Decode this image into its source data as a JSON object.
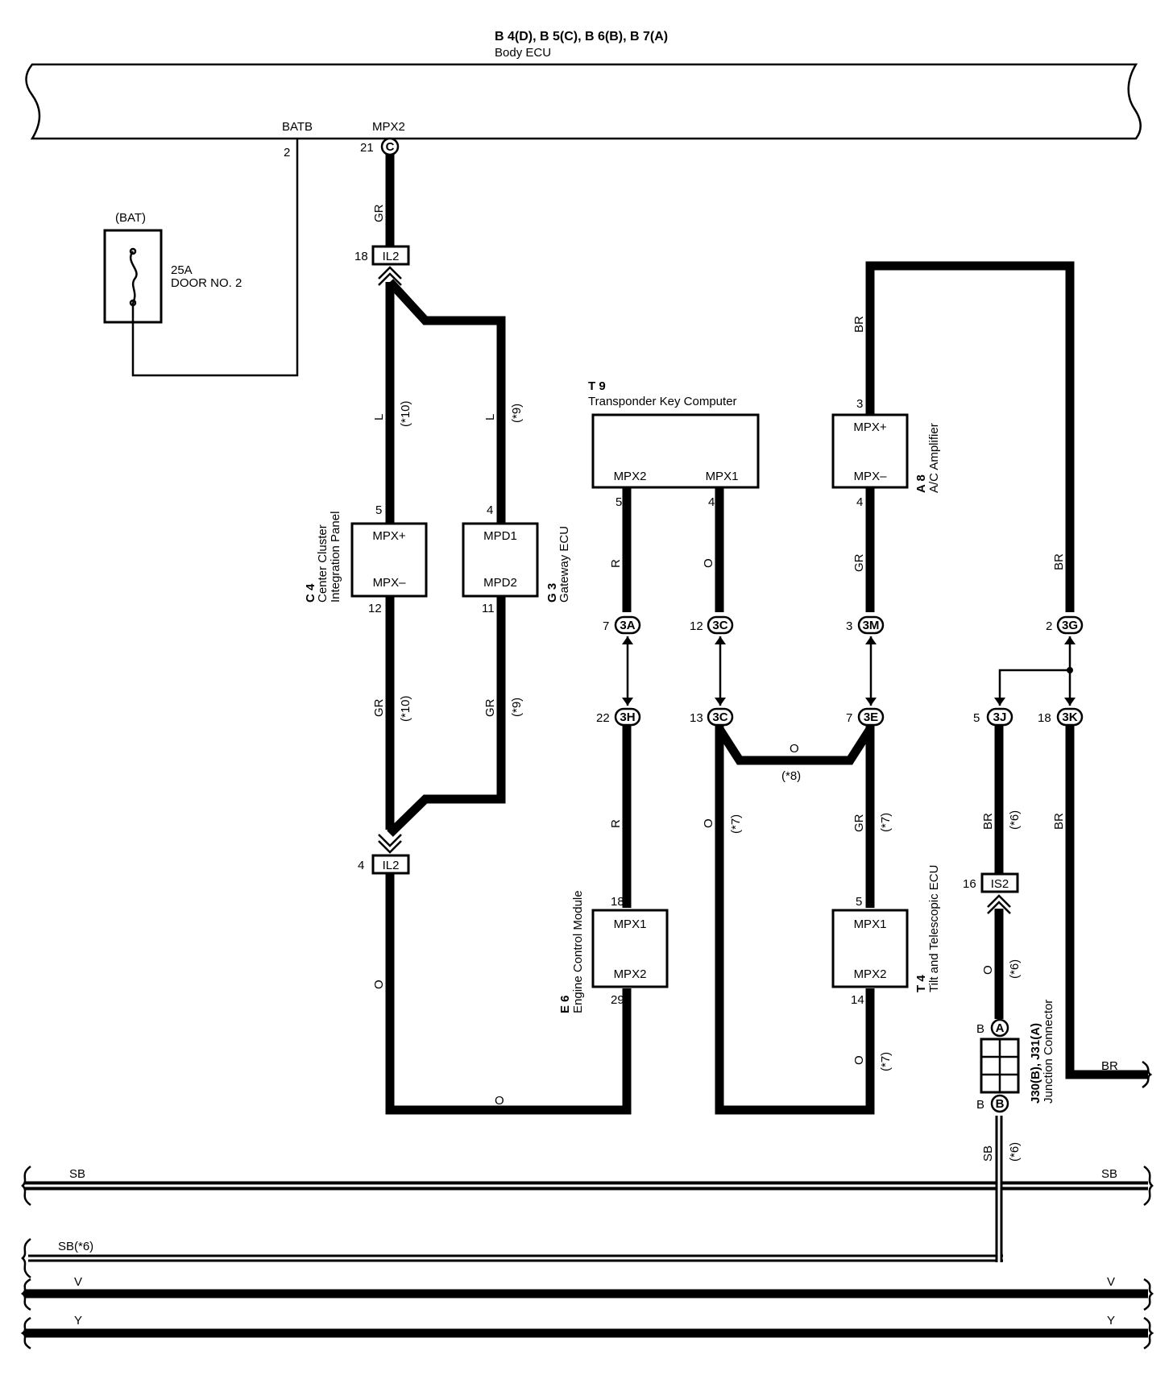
{
  "header": {
    "part_ids": "B 4(D), B 5(C), B 6(B), B 7(A)",
    "title": "Body ECU",
    "batb_label": "BATB",
    "batb_pin": "2",
    "mpx2_label": "MPX2",
    "mpx2_pin": "21",
    "mpx2_conn": "C"
  },
  "fuse": {
    "source": "(BAT)",
    "rating": "25A",
    "name": "DOOR NO. 2"
  },
  "junction_il2": {
    "label": "IL2",
    "top_pin": "18",
    "bottom_pin": "4"
  },
  "components": {
    "c4": {
      "id": "C 4",
      "name1": "Center Cluster",
      "name2": "Integration Panel",
      "pin_top": "5",
      "pin_bottom": "12",
      "term_top": "MPX+",
      "term_bottom": "MPX–"
    },
    "g3": {
      "id": "G 3",
      "name": "Gateway ECU",
      "pin_top": "4",
      "pin_bottom": "11",
      "term_top": "MPD1",
      "term_bottom": "MPD2"
    },
    "t9": {
      "id": "T 9",
      "name": "Transponder Key Computer",
      "term_left": "MPX2",
      "term_right": "MPX1",
      "pin_left": "5",
      "pin_right": "4"
    },
    "a8": {
      "id": "A 8",
      "name": "A/C Amplifier",
      "pin_top": "3",
      "pin_bottom": "4",
      "term_top": "MPX+",
      "term_bottom": "MPX–"
    },
    "e6": {
      "id": "E 6",
      "name": "Engine Control Module",
      "pin_top": "18",
      "pin_bottom": "29",
      "term_top": "MPX1",
      "term_bottom": "MPX2"
    },
    "t4": {
      "id": "T 4",
      "name": "Tilt and Telescopic ECU",
      "pin_top": "5",
      "pin_bottom": "14",
      "term_top": "MPX1",
      "term_bottom": "MPX2"
    },
    "j30": {
      "id": "J30(B), J31(A)",
      "name": "Junction Connector",
      "top_pin": "B",
      "top_conn": "A",
      "bottom_pin": "B",
      "bottom_conn": "B"
    }
  },
  "connectors": {
    "c3A": {
      "pin": "7",
      "label": "3A"
    },
    "c3C_top": {
      "pin": "12",
      "label": "3C"
    },
    "c3M": {
      "pin": "3",
      "label": "3M"
    },
    "c3G": {
      "pin": "2",
      "label": "3G"
    },
    "c3H": {
      "pin": "22",
      "label": "3H"
    },
    "c3C_bot": {
      "pin": "13",
      "label": "3C"
    },
    "c3E": {
      "pin": "7",
      "label": "3E"
    },
    "c3J": {
      "pin": "5",
      "label": "3J"
    },
    "c3K": {
      "pin": "18",
      "label": "3K"
    },
    "is2": {
      "pin": "16",
      "label": "IS2"
    }
  },
  "wire_labels": {
    "gr_top": "GR",
    "l_left": "L",
    "l_left_note": "(*10)",
    "l_right": "L",
    "l_right_note": "(*9)",
    "gr_left": "GR",
    "gr_left_note": "(*10)",
    "gr_right": "GR",
    "gr_right_note": "(*9)",
    "o_left": "O",
    "o_bottom": "O",
    "r_t9": "R",
    "o_t9": "O",
    "gr_a8": "GR",
    "br_top": "BR",
    "br_mid": "BR",
    "r_e6": "R",
    "o_mid": "O",
    "o_mid_note": "(*7)",
    "o_cross": "O",
    "o_cross_note": "(*8)",
    "gr_t4": "GR",
    "gr_t4_note": "(*7)",
    "o_t4": "O",
    "o_t4_note": "(*7)",
    "br_3j": "BR",
    "br_3j_note": "(*6)",
    "o_is2": "O",
    "o_is2_note": "(*6)",
    "br_3k": "BR",
    "br_out": "BR",
    "sb_j": "SB",
    "sb_j_note": "(*6)"
  },
  "bus_lines": {
    "sb_left": "SB",
    "sb_right": "SB",
    "sb6_left": "SB(*6)",
    "v_left": "V",
    "v_right": "V",
    "y_left": "Y",
    "y_right": "Y"
  }
}
